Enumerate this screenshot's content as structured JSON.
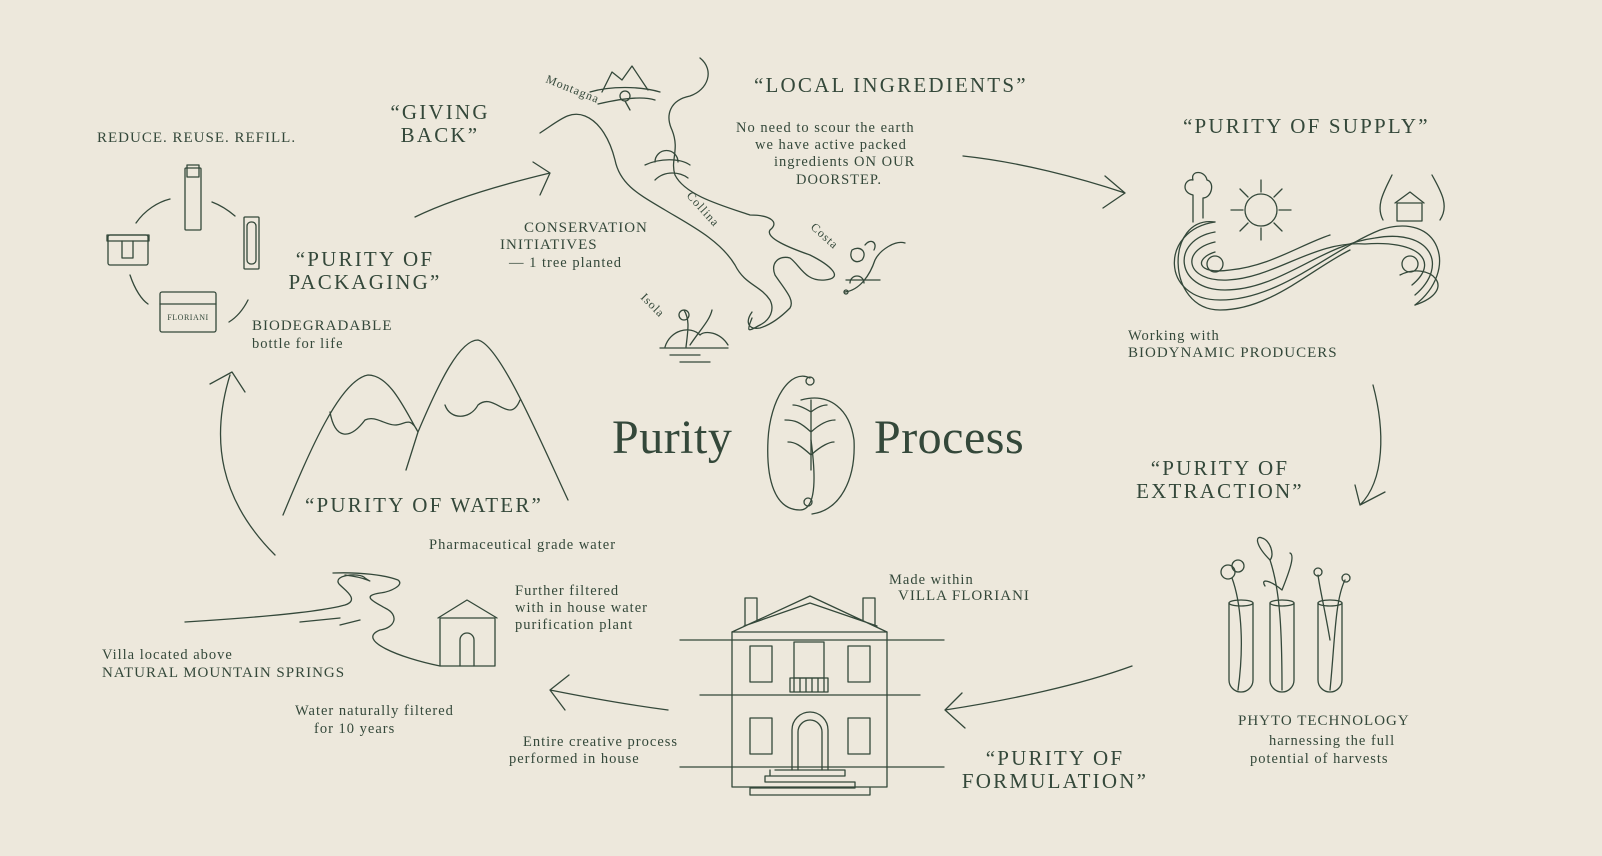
{
  "title": {
    "left": "Purity",
    "right": "Process"
  },
  "colors": {
    "background": "#ede8dc",
    "ink": "#34483a"
  },
  "map_labels": {
    "montagna": "Montagna",
    "collina": "Collina",
    "costa": "Costa",
    "isola": "Isola"
  },
  "giving_back": {
    "heading_1": "“GIVING",
    "heading_2": "BACK”",
    "line_1": "CONSERVATION",
    "line_2": "INITIATIVES",
    "line_3": "— 1 tree planted"
  },
  "local_ingredients": {
    "heading": "“LOCAL INGREDIENTS”",
    "line_1": "No need to scour the earth",
    "line_2": "we have active packed",
    "line_3": "ingredients ON OUR",
    "line_4": "DOORSTEP."
  },
  "packaging": {
    "tagline": "REDUCE. REUSE. REFILL.",
    "heading_1": "“PURITY OF",
    "heading_2": "PACKAGING”",
    "line_1": "BIODEGRADABLE",
    "line_2": "bottle for life",
    "jar_brand": "FLORIANI"
  },
  "supply": {
    "heading": "“PURITY OF SUPPLY”",
    "line_1": "Working with",
    "line_2": "BIODYNAMIC PRODUCERS"
  },
  "extraction": {
    "heading_1": "“PURITY OF",
    "heading_2": "EXTRACTION”",
    "line_1": "PHYTO TECHNOLOGY",
    "line_2": "harnessing the full",
    "line_3": "potential of harvests"
  },
  "formulation": {
    "heading_1": "“PURITY OF",
    "heading_2": "FORMULATION”",
    "made_1": "Made within",
    "made_2": "VILLA FLORIANI",
    "creative_1": "Entire creative process",
    "creative_2": "performed in house"
  },
  "water": {
    "heading": "“PURITY OF WATER”",
    "pharma": "Pharmaceutical grade water",
    "further_1": "Further filtered",
    "further_2": "with in house water",
    "further_3": "purification plant",
    "villa_1": "Villa located above",
    "villa_2": "NATURAL MOUNTAIN SPRINGS",
    "filtered_1": "Water naturally filtered",
    "filtered_2": "for 10 years"
  }
}
